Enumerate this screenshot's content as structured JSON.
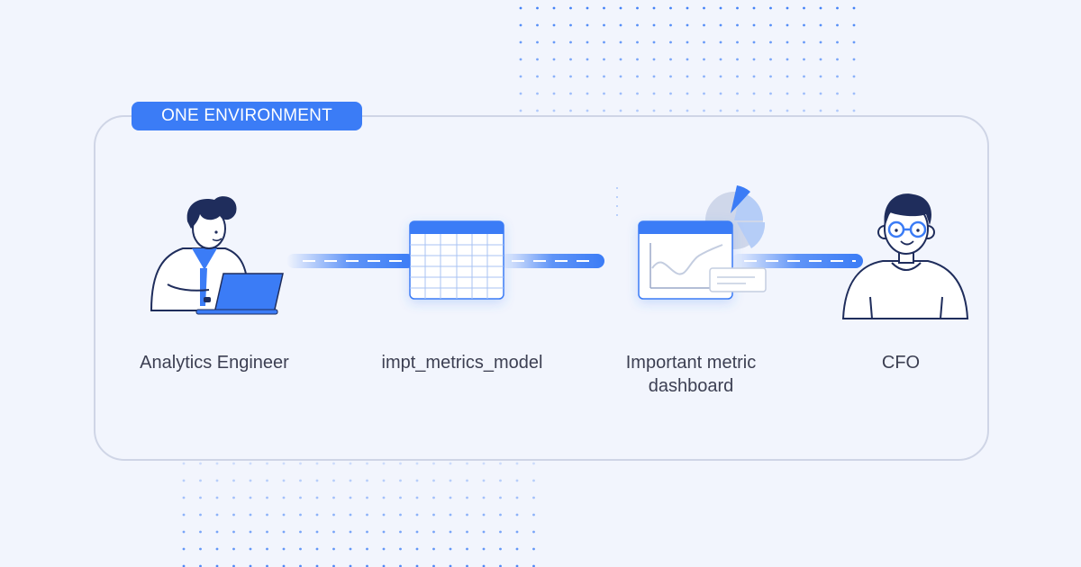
{
  "badge": {
    "label": "ONE ENVIRONMENT"
  },
  "nodes": {
    "engineer": {
      "label": "Analytics Engineer",
      "icon": "person-with-laptop"
    },
    "model": {
      "label": "impt_metrics_model",
      "icon": "table-icon"
    },
    "dashboard": {
      "label": "Important metric\ndashboard",
      "icon": "dashboard-chart-icon"
    },
    "cfo": {
      "label": "CFO",
      "icon": "person-with-glasses"
    }
  },
  "colors": {
    "background": "#f2f5fd",
    "accent": "#3b7cf6",
    "navy": "#1f2d5c",
    "border": "#cfd5e6",
    "label": "#3c3f52"
  }
}
